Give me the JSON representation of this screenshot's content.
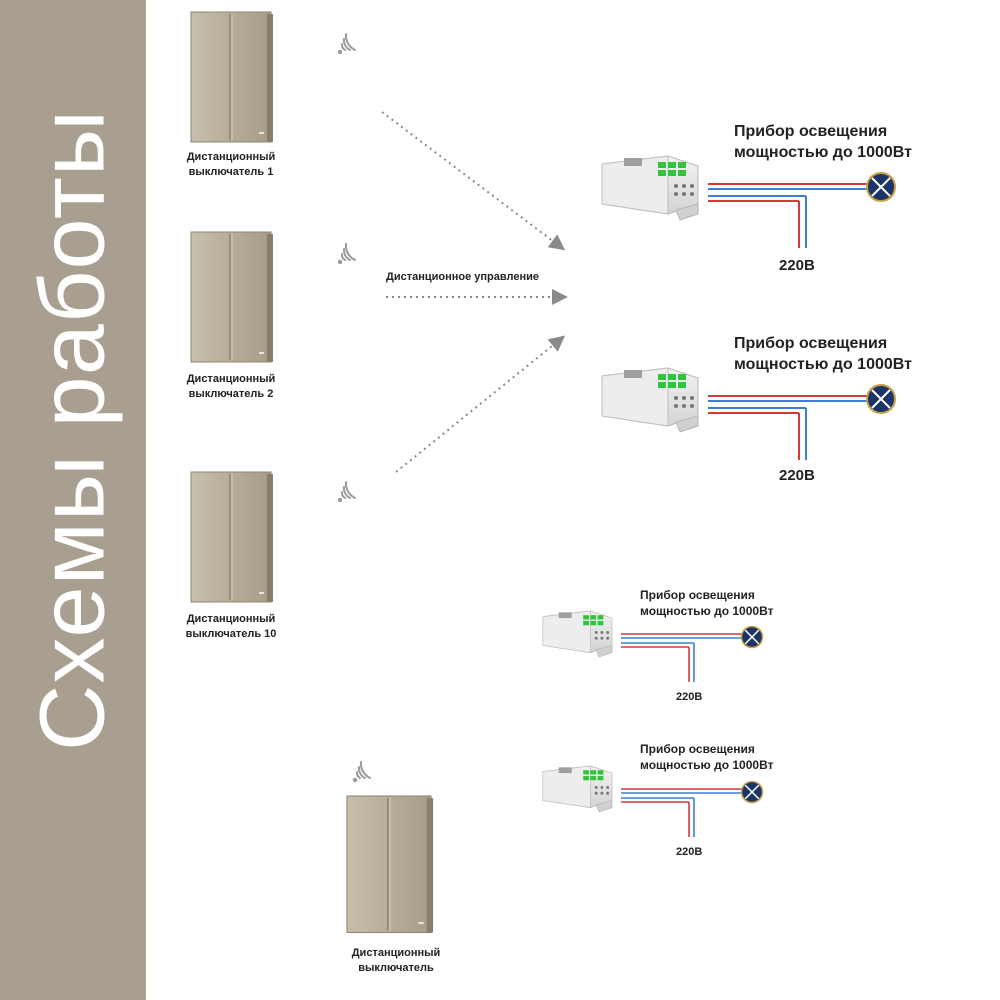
{
  "sidebar": {
    "title": "Схемы работы"
  },
  "scheme1": {
    "switches": [
      {
        "line1": "Дистанционный",
        "line2": "выключатель 1"
      },
      {
        "line1": "Дистанционный",
        "line2": "выключатель 2"
      },
      {
        "line1": "Дистанционный",
        "line2": "выключатель 10"
      }
    ],
    "remote_label": "Дистанционное управление",
    "receivers": [
      {
        "line1": "Прибор освещения",
        "line2": "мощностью до 1000Вт",
        "voltage": "220В"
      },
      {
        "line1": "Прибор освещения",
        "line2": "мощностью до 1000Вт",
        "voltage": "220В"
      }
    ]
  },
  "scheme2": {
    "switch": {
      "line1": "Дистанционный",
      "line2": "выключатель"
    },
    "receivers": [
      {
        "line1": "Прибор освещения",
        "line2": "мощностью до 1000Вт",
        "voltage": "220В"
      },
      {
        "line1": "Прибор освещения",
        "line2": "мощностью до 1000Вт",
        "voltage": "220В"
      }
    ]
  },
  "colors": {
    "sidebar": "#a89f90",
    "switch_panel": "#b4aa98",
    "wire_red": "#d23a3a",
    "wire_blue": "#3b7fd6",
    "lamp": "#1c3566",
    "led_green": "#2fc43a"
  }
}
